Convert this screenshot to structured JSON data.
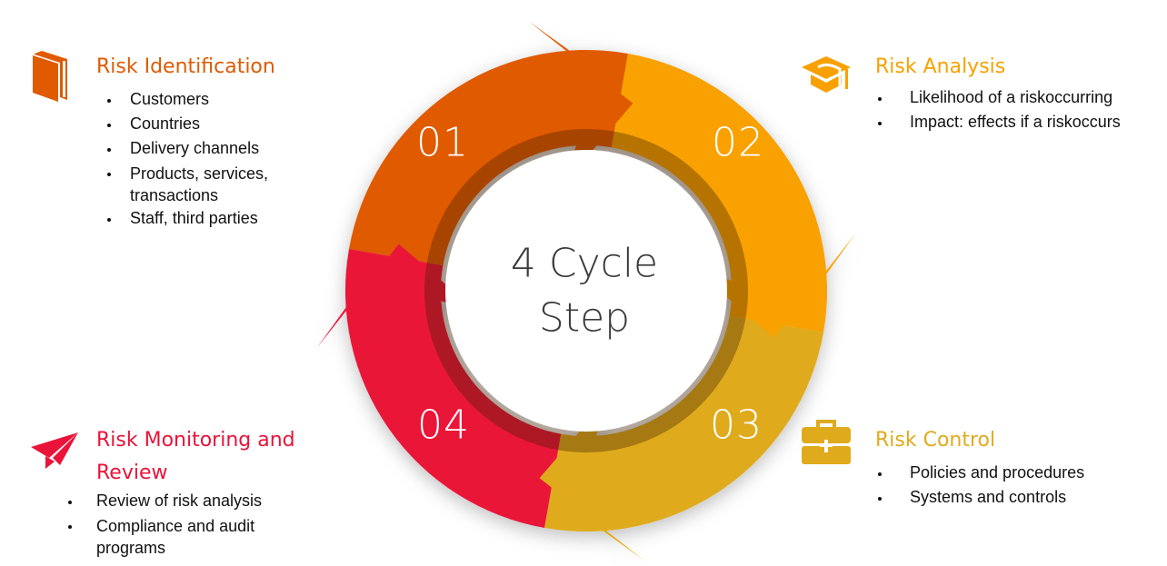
{
  "center": {
    "line1": "4 Cycle",
    "line2": "Step"
  },
  "steps": [
    {
      "number": "01",
      "title": "Risk Identification",
      "color": "#E05A00",
      "icon": "book-icon",
      "items": [
        "Customers",
        "Countries",
        "Delivery channels",
        "Products,  services, transactions",
        "Staff, third parties"
      ]
    },
    {
      "number": "02",
      "title": "Risk Analysis",
      "color": "#F8A100",
      "icon": "graduation-cap-icon",
      "items": [
        "Likelihood of a riskoccurring",
        "Impact: effects if a riskoccurs"
      ]
    },
    {
      "number": "03",
      "title": "Risk Control",
      "color": "#DFAB1D",
      "icon": "toolbox-icon",
      "items": [
        "Policies and procedures",
        "Systems and controls"
      ]
    },
    {
      "number": "04",
      "title": "Risk Monitoring and Review",
      "title_line1": "Risk Monitoring and",
      "title_line2": "Review",
      "color": "#EA1339",
      "icon": "paper-plane-icon",
      "items": [
        "Review of risk analysis",
        "Compliance  and  audit programs"
      ]
    }
  ]
}
